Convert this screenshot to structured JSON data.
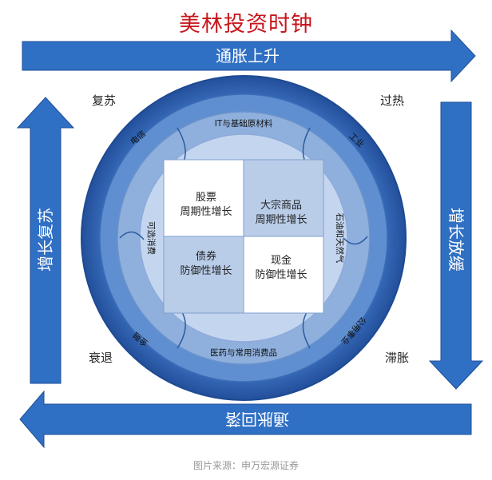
{
  "title": "美林投资时钟",
  "arrows": {
    "top": "通胀上升",
    "right": "增长放缓",
    "bottom": "通胀回落",
    "left": "增长复苏"
  },
  "phases": {
    "top_left": "复苏",
    "top_right": "过热",
    "bottom_right": "滞胀",
    "bottom_left": "衰退"
  },
  "quadrants": {
    "top_left": [
      "股票",
      "周期性增长"
    ],
    "top_right": [
      "大宗商品",
      "周期性增长"
    ],
    "bottom_left": [
      "债券",
      "防御性增长"
    ],
    "bottom_right": [
      "现金",
      "防御性增长"
    ]
  },
  "sectors": {
    "top": "IT与基础原材料",
    "upper_left": "电信",
    "upper_right": "工业",
    "left": "可选消费",
    "right": "石油和天然气",
    "lower_left": "金融",
    "lower_right": "公用事业",
    "bottom": "医药与常用消费品"
  },
  "caption": "图片来源：申万宏源证券",
  "colors": {
    "title": "#c8161d",
    "arrow": "#2f6fc4",
    "outer_ring": "#2f62b0",
    "middle_ring": "#8fb0dd",
    "inner_ring": "#c4d6ef",
    "quad_tint": "#b9cde9"
  }
}
